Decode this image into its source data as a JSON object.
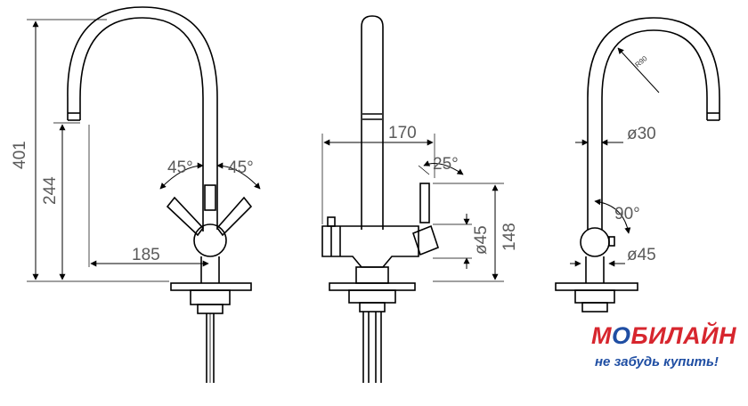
{
  "front_view": {
    "height_total": "401",
    "height_spout": "244",
    "reach": "185",
    "angle_left": "45°",
    "angle_right": "45°"
  },
  "side_view": {
    "width": "170",
    "lever_angle": "25°",
    "body_diameter": "ø45",
    "body_height": "148"
  },
  "back_view": {
    "radius": "R90",
    "tube_diameter": "ø30",
    "tilt_angle": "90°",
    "base_diameter": "ø45"
  },
  "brand": {
    "name_prefix": "М",
    "name_o": "О",
    "name_rest": "БИЛАЙН",
    "tagline": "не забудь купить!",
    "primary_color": "#d7262e",
    "secondary_color": "#1f4ea3"
  }
}
